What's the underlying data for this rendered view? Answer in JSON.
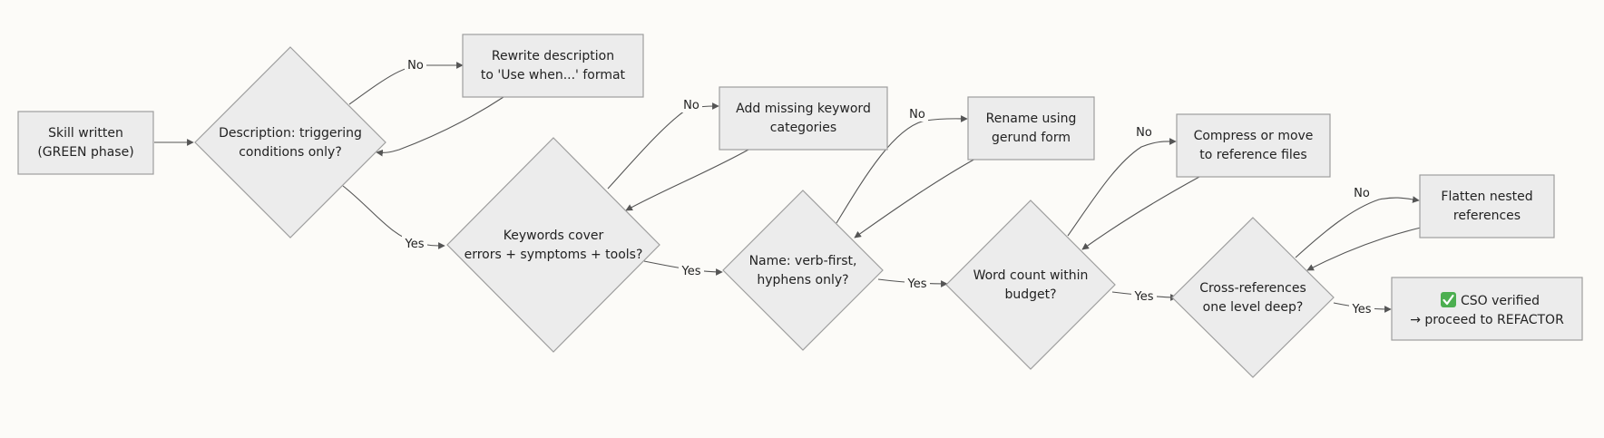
{
  "colors": {
    "background": "#fcfbf8",
    "node_fill": "#ececec",
    "node_stroke": "#9e9e9e",
    "edge": "#555555",
    "check": "#4caf50"
  },
  "nodes": {
    "start": {
      "line1": "Skill written",
      "line2": "(GREEN phase)"
    },
    "q_desc": {
      "line1": "Description: triggering",
      "line2": "conditions only?"
    },
    "fix_desc": {
      "line1": "Rewrite description",
      "line2": "to 'Use when...' format"
    },
    "q_keywords": {
      "line1": "Keywords cover",
      "line2": "errors + symptoms + tools?"
    },
    "fix_keywords": {
      "line1": "Add missing keyword",
      "line2": "categories"
    },
    "q_name": {
      "line1": "Name: verb-first,",
      "line2": "hyphens only?"
    },
    "fix_name": {
      "line1": "Rename using",
      "line2": "gerund form"
    },
    "q_words": {
      "line1": "Word count within",
      "line2": "budget?"
    },
    "fix_words": {
      "line1": "Compress or move",
      "line2": "to reference files"
    },
    "q_refs": {
      "line1": "Cross-references",
      "line2": "one level deep?"
    },
    "fix_refs": {
      "line1": "Flatten nested",
      "line2": "references"
    },
    "done": {
      "icon": "check-icon",
      "line1": "CSO verified",
      "line2": "→ proceed to REFACTOR"
    }
  },
  "edge_labels": {
    "yes": "Yes",
    "no": "No"
  }
}
